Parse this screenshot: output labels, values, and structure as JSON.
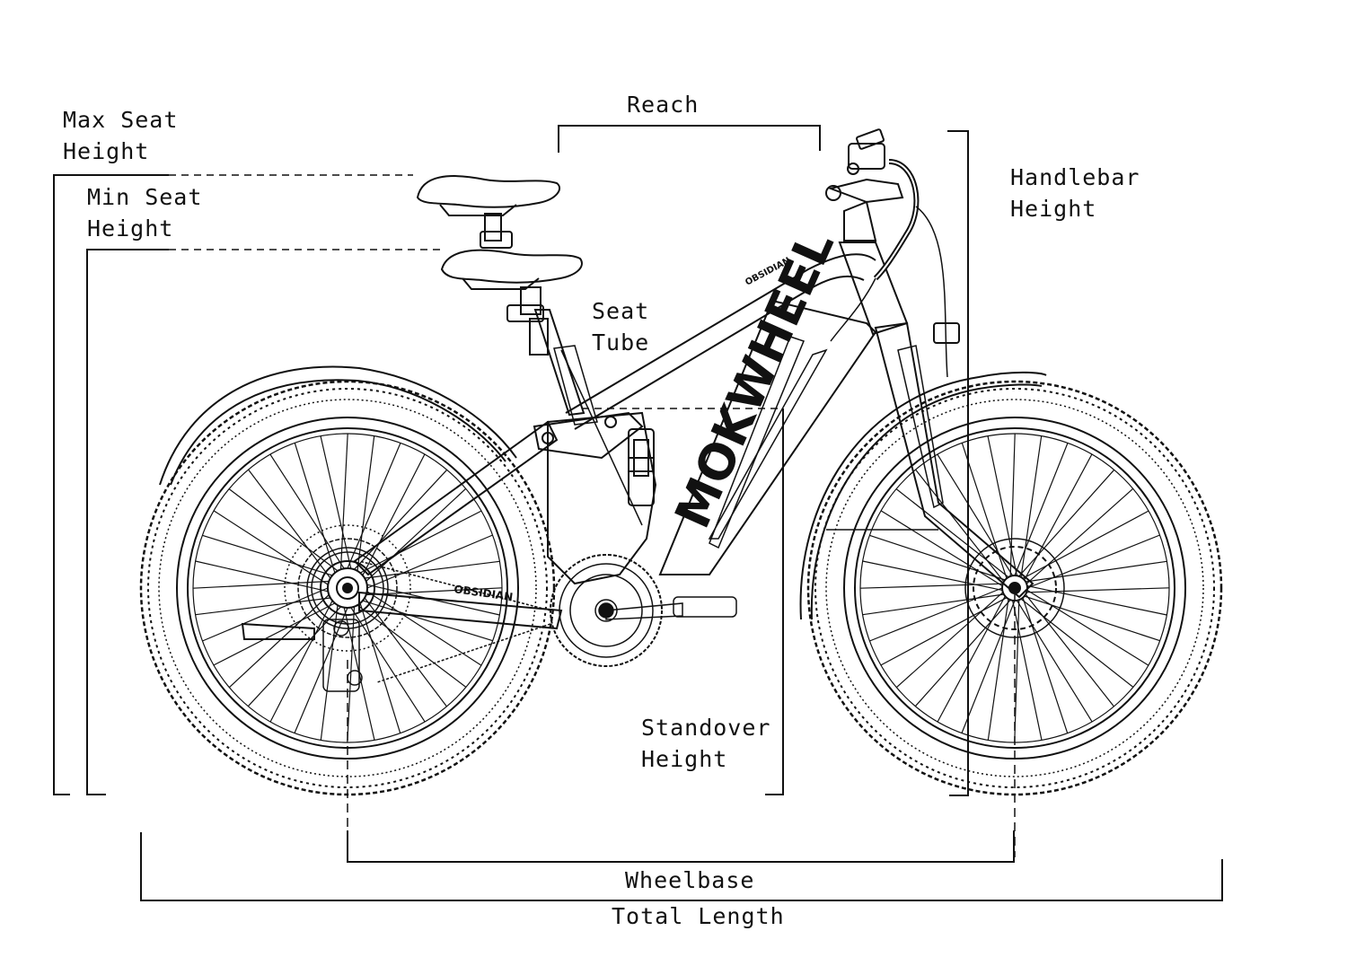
{
  "labels": {
    "max_seat_height": [
      "Max Seat",
      "Height"
    ],
    "min_seat_height": [
      "Min Seat",
      "Height"
    ],
    "reach": "Reach",
    "handlebar_height": [
      "Handlebar",
      "Height"
    ],
    "seat_tube": [
      "Seat",
      "Tube"
    ],
    "standover_height": [
      "Standover",
      "Height"
    ],
    "wheelbase": "Wheelbase",
    "total_length": "Total Length"
  },
  "frame": {
    "brand": "MOKWHEEL",
    "model": "OBSIDIAN"
  },
  "colors": {
    "ink": "#111111",
    "background": "#ffffff"
  }
}
